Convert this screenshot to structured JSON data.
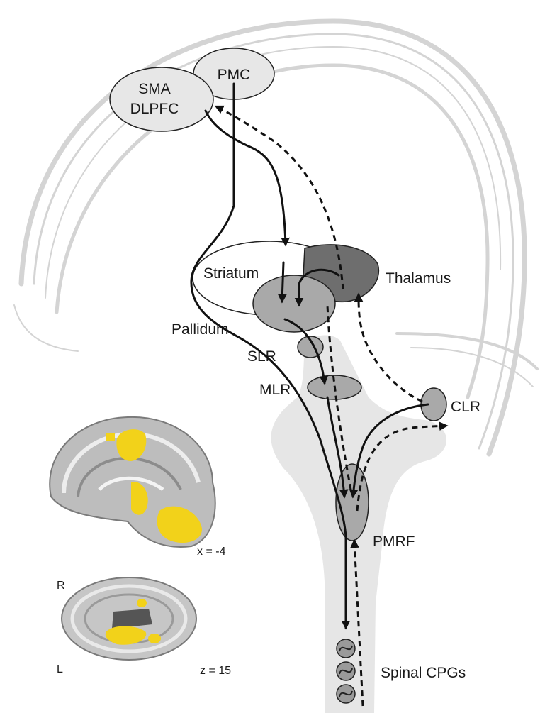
{
  "labels": {
    "pmc": "PMC",
    "sma": "SMA",
    "dlpfc": "DLPFC",
    "striatum": "Striatum",
    "thalamus": "Thalamus",
    "pallidum": "Pallidum",
    "slr": "SLR",
    "mlr": "MLR",
    "clr": "CLR",
    "pmrf": "PMRF",
    "spinal_cpgs": "Spinal CPGs"
  },
  "brain_scans": {
    "sagittal_coord": "x = -4",
    "axial_coord": "z = 15",
    "axial_right": "R",
    "axial_left": "L"
  },
  "colors": {
    "activation": "#f2d21a",
    "node_light": "#e7e7e7",
    "node_mid": "#a9a9a9",
    "node_dark": "#6e6e6e",
    "skull": "#d4d4d4",
    "brainstem": "#e6e6e6"
  }
}
